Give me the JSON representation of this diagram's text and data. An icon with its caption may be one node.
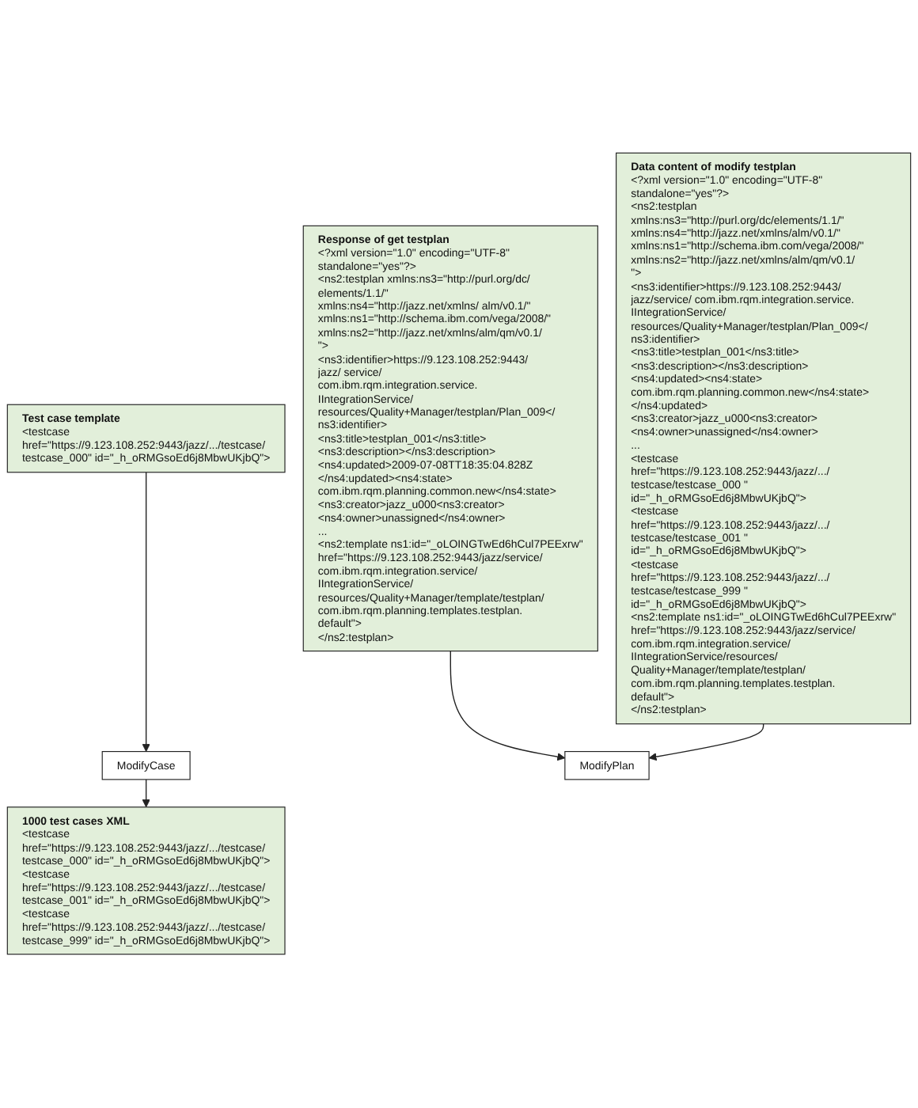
{
  "diagram": {
    "nodes": [
      {
        "text": [
          "Test case template",
          "<testcase href=\"https://9.123.108.252:9443/jazz/.../testcase/testcase_000\" id=\"_h_oRMGsoEd6j8MbwUKjbQ\">"
        ]
      },
      {
        "text": [
          "ModifyCase"
        ]
      },
      {
        "text": [
          "1000 test cases XML",
          "<testcase href=\"https://9.123.108.252:9443/jazz/.../testcase/testcase_000\" id=\"_h_oRMGsoEd6j8MbwUKjbQ\">",
          "<testcase href=\"https://9.123.108.252:9443/jazz/.../testcase/testcase_001\" id=\"_h_oRMGsoEd6j8MbwUKjbQ\">",
          "<testcase href=\"https://9.123.108.252:9443/jazz/.../testcase/testcase_999\" id=\"_h_oRMGsoEd6j8MbwUKjbQ\">"
        ]
      },
      {
        "text": [
          "ModifyPlan"
        ]
      },
      {
        "text": [
          "Response of get testplan",
          "<?xml version=\"1.0\" encoding=\"UTF-8\" standalone=\"yes\"?>",
          "<ns2:testplan xmlns:ns3=\"http://purl.org/dc/ elements/1.1/\" xmlns:ns4=\"http://jazz.net/xmlns/ alm/v0.1/\" xmlns:ns1=\"http://schema.ibm.com/vega/2008/\" xmlns:ns2=\"http://jazz.net/xmlns/alm/qm/v0.1/\">",
          "<ns3:identifier>https://9.123.108.252:9443/jazz/ service/ com.ibm.rqm.integration.service.IIntegrationService/ resources/Quality+Manager/testplan/Plan_009</ ns3:identifier>",
          "<ns3:title>testplan_001</ns3:title>",
          "<ns3:description></ns3:description>",
          "<ns4:updated>2009-07-08TT18:35:04.828Z </ns4:updated><ns4:state> com.ibm.rqm.planning.common.new</ns4:state>",
          "<ns3:creator>jazz_u000<ns3:creator>",
          "<ns4:owner>unassigned</ns4:owner>",
          "...",
          "<ns2:template ns1:id=\"_oLOINGTwEd6hCul7PEExrw\" href=\"https://9.123.108.252:9443/jazz/service/ com.ibm.rqm.integration.service/IIntegrationService/ resources/Quality+Manager/template/testplan/ com.ibm.rqm.planning.templates.testplan.default\">",
          "</ns2:testplan>"
        ]
      },
      {
        "text": [
          "Data content of modify testplan",
          "<?xml version=\"1.0\" encoding=\"UTF-8\" standalone=\"yes\"?>",
          "<ns2:testplan xmlns:ns3=\"http://purl.org/dc/elements/1.1/\" xmlns:ns4=\"http://jazz.net/xmlns/alm/v0.1/\" xmlns:ns1=\"http://schema.ibm.com/vega/2008/\" xmlns:ns2=\"http://jazz.net/xmlns/alm/qm/v0.1/\">",
          "<ns3:identifier>https://9.123.108.252:9443/jazz/service/ com.ibm.rqm.integration.service.IIntegrationService/ resources/Quality+Manager/testplan/Plan_009</ns3:identifier>",
          "<ns3:title>testplan_001</ns3:title>",
          "<ns3:description></ns3:description>",
          "<ns4:updated><ns4:state> com.ibm.rqm.planning.common.new</ns4:state> </ns4:updated>",
          "<ns3:creator>jazz_u000<ns3:creator>",
          "<ns4:owner>unassigned</ns4:owner>",
          "...",
          "<testcase href=\"https://9.123.108.252:9443/jazz/.../testcase/testcase_000 \" id=\"_h_oRMGsoEd6j8MbwUKjbQ\">",
          "<testcase href=\"https://9.123.108.252:9443/jazz/.../testcase/testcase_001 \" id=\"_h_oRMGsoEd6j8MbwUKjbQ\">",
          "<testcase href=\"https://9.123.108.252:9443/jazz/.../testcase/testcase_999 \" id=\"_h_oRMGsoEd6j8MbwUKjbQ\">",
          "<ns2:template ns1:id=\"_oLOINGTwEd6hCul7PEExrw\" href=\"https://9.123.108.252:9443/jazz/service/ com.ibm.rqm.integration.service/IIntegrationService/resources/ Quality+Manager/template/testplan/ com.ibm.rqm.planning.templates.testplan.default\">",
          "</ns2:testplan>"
        ]
      }
    ],
    "edges": [
      {
        "from": 0,
        "to": 1,
        "arrow": "to"
      },
      {
        "from": 1,
        "to": 2,
        "arrow": "to"
      },
      {
        "from": 4,
        "to": 3,
        "arrow": "to"
      },
      {
        "from": 5,
        "to": 3,
        "arrow": "to"
      }
    ]
  }
}
